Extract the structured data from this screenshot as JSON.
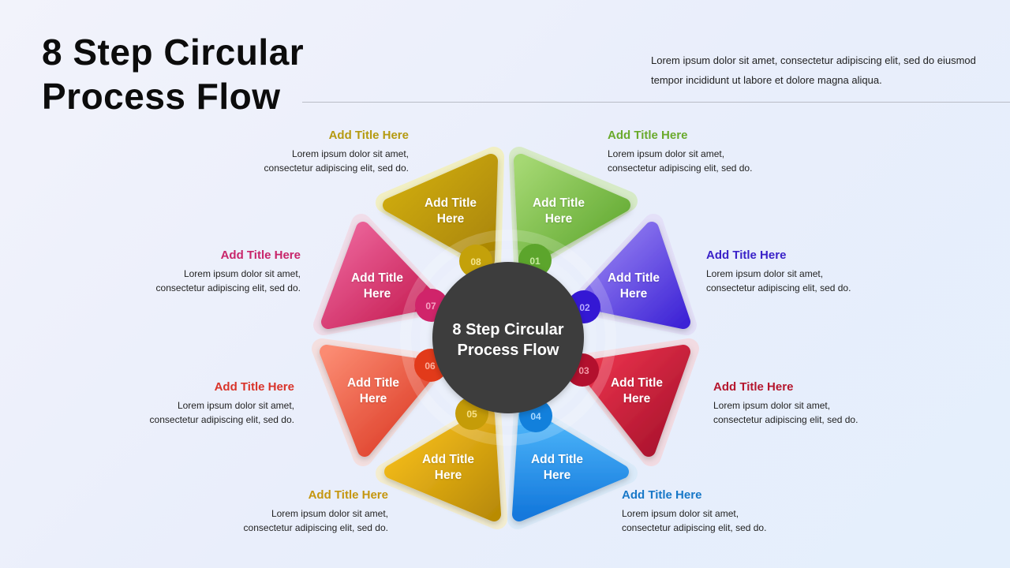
{
  "header": {
    "title_line1": "8 Step Circular",
    "title_line2": "Process Flow",
    "intro": "Lorem ipsum dolor sit amet, consectetur adipiscing elit, sed do eiusmod tempor incididunt ut labore et dolore magna aliqua."
  },
  "center": {
    "line1": "8 Step Circular",
    "line2": "Process Flow",
    "color": "#3e3e3e"
  },
  "steps": [
    {
      "number": "01",
      "shape_label_1": "Add Title",
      "shape_label_2": "Here",
      "heading": "Add Title Here",
      "text_1": "Lorem ipsum dolor sit amet,",
      "text_2": "consectetur adipiscing elit, sed do.",
      "color": "#6db33f",
      "heading_color": "#6aaa2c"
    },
    {
      "number": "02",
      "shape_label_1": "Add Title",
      "shape_label_2": "Here",
      "heading": "Add Title Here",
      "text_1": "Lorem ipsum dolor sit amet,",
      "text_2": "consectetur adipiscing elit, sed do.",
      "color": "#5a40e0",
      "heading_color": "#3a22c8"
    },
    {
      "number": "03",
      "shape_label_1": "Add Title",
      "shape_label_2": "Here",
      "heading": "Add Title Here",
      "text_1": "Lorem ipsum dolor sit amet,",
      "text_2": "consectetur adipiscing elit, sed do.",
      "color": "#d4213c",
      "heading_color": "#b5162e"
    },
    {
      "number": "04",
      "shape_label_1": "Add Title",
      "shape_label_2": "Here",
      "heading": "Add Title Here",
      "text_1": "Lorem ipsum dolor sit amet,",
      "text_2": "consectetur adipiscing elit, sed do.",
      "color": "#1f8fe6",
      "heading_color": "#1878c8"
    },
    {
      "number": "05",
      "shape_label_1": "Add Title",
      "shape_label_2": "Here",
      "heading": "Add Title Here",
      "text_1": "Lorem ipsum dolor sit amet,",
      "text_2": "consectetur adipiscing elit, sed do.",
      "color": "#e6b210",
      "heading_color": "#c5960e"
    },
    {
      "number": "06",
      "shape_label_1": "Add Title",
      "shape_label_2": "Here",
      "heading": "Add Title Here",
      "text_1": "Lorem ipsum dolor sit amet,",
      "text_2": "consectetur adipiscing elit, sed do.",
      "color": "#ee5a3c",
      "heading_color": "#d9342a"
    },
    {
      "number": "07",
      "shape_label_1": "Add Title",
      "shape_label_2": "Here",
      "heading": "Add Title Here",
      "text_1": "Lorem ipsum dolor sit amet,",
      "text_2": "consectetur adipiscing elit, sed do.",
      "color": "#d4256a",
      "heading_color": "#c8256a"
    },
    {
      "number": "08",
      "shape_label_1": "Add Title",
      "shape_label_2": "Here",
      "heading": "Add Title Here",
      "text_1": "Lorem ipsum dolor sit amet,",
      "text_2": "consectetur adipiscing elit, sed do.",
      "color": "#b8980c",
      "heading_color": "#b59a10"
    }
  ]
}
